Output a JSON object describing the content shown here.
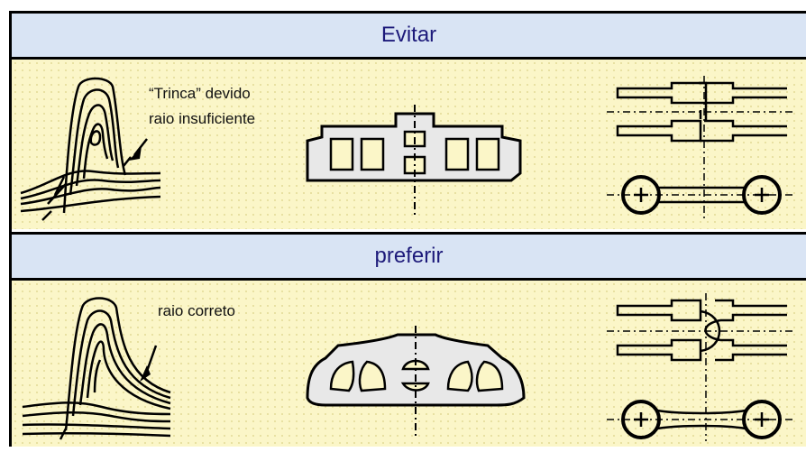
{
  "sections": [
    {
      "title": "Evitar",
      "annotation_lines": [
        "“Trinca” devido",
        "raio insuficiente"
      ]
    },
    {
      "title": "preferir",
      "annotation_lines": [
        "raio correto"
      ]
    }
  ],
  "colors": {
    "header_bg": "#d9e4f4",
    "header_text": "#1d1a7a",
    "panel_bg": "#fbf6c8",
    "outline": "#000000"
  }
}
